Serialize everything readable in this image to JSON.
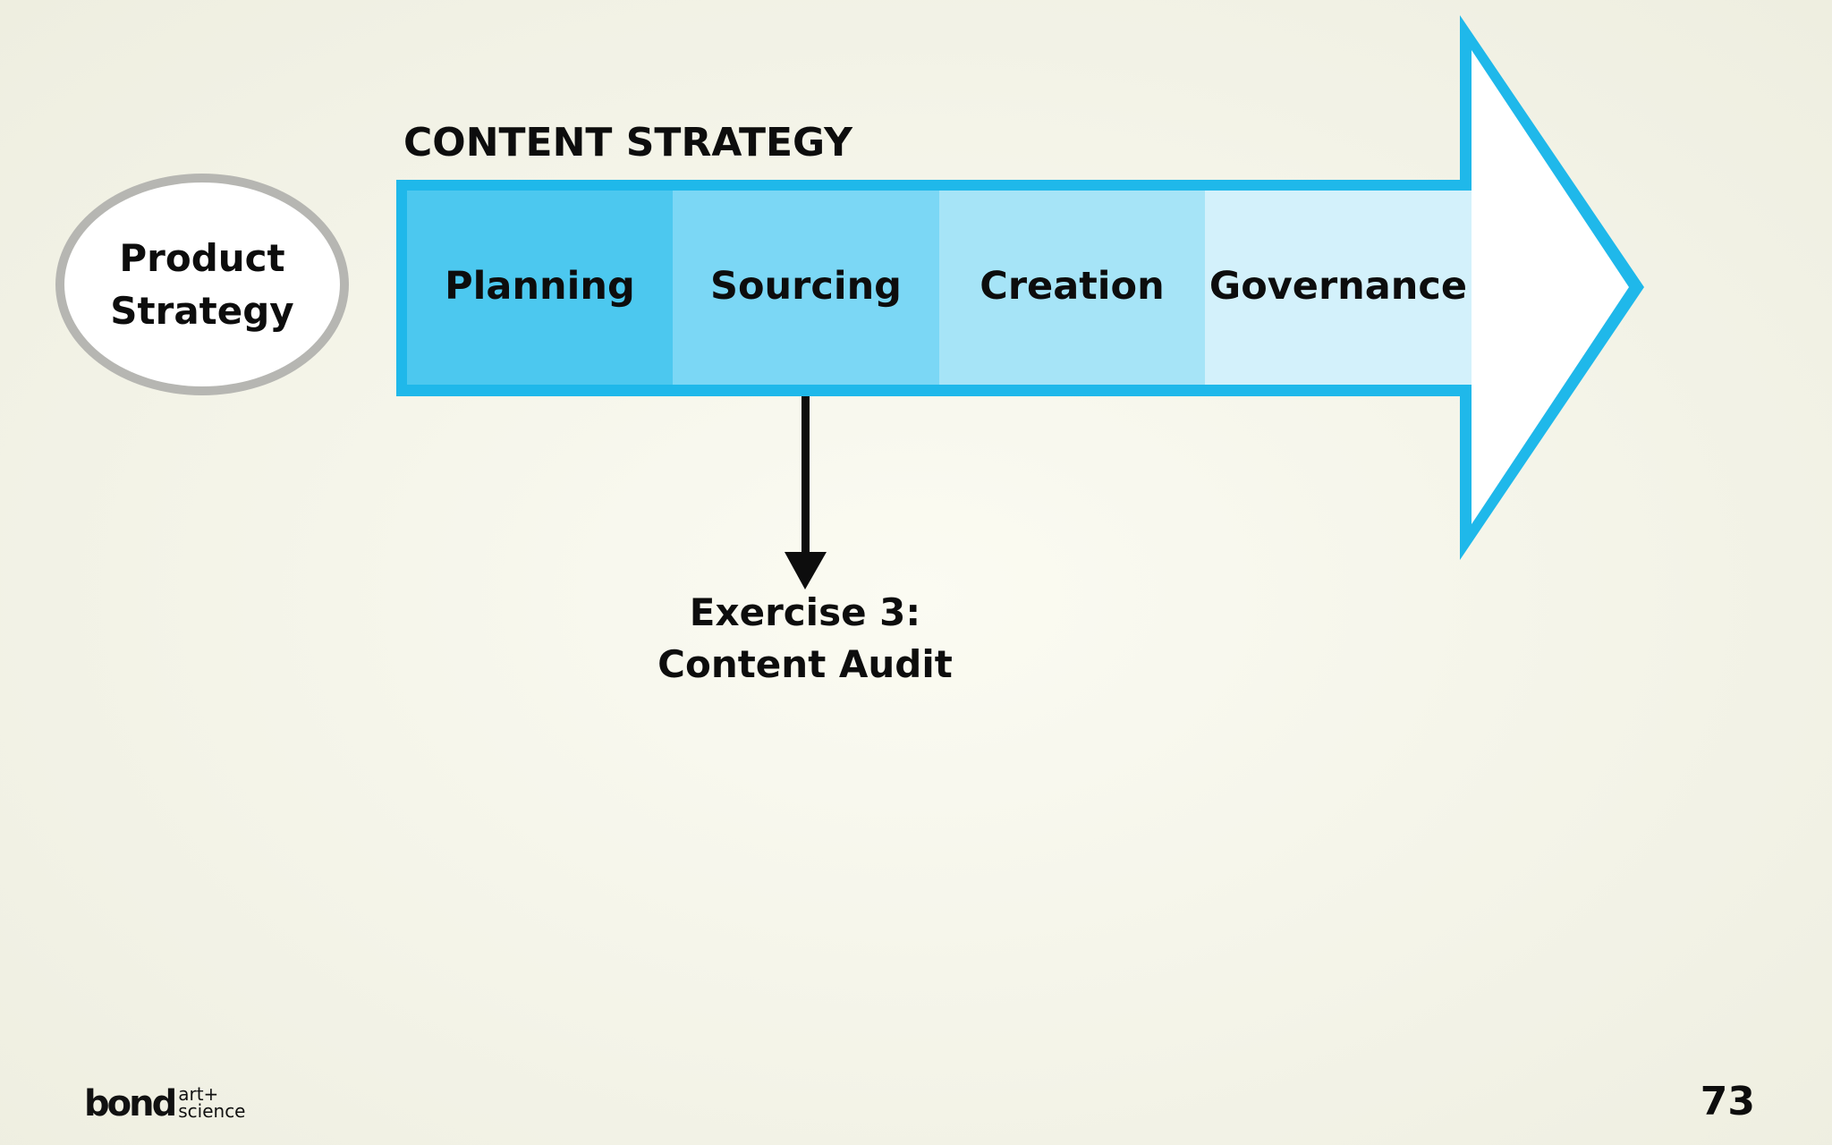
{
  "section_title": "CONTENT STRATEGY",
  "product_strategy": {
    "line1": "Product",
    "line2": "Strategy"
  },
  "stages": [
    {
      "label": "Planning",
      "color": "#4cc8ef"
    },
    {
      "label": "Sourcing",
      "color": "#7bd7f5"
    },
    {
      "label": "Creation",
      "color": "#a6e4f7"
    },
    {
      "label": "Governance",
      "color": "#d3f1fb"
    }
  ],
  "arrow": {
    "border_color": "#1fb8ea",
    "head_fill": "#ffffff"
  },
  "exercise": {
    "line1": "Exercise 3:",
    "line2": "Content Audit"
  },
  "logo": {
    "main": "bond",
    "line1": "art+",
    "line2": "science"
  },
  "page_number": "73"
}
